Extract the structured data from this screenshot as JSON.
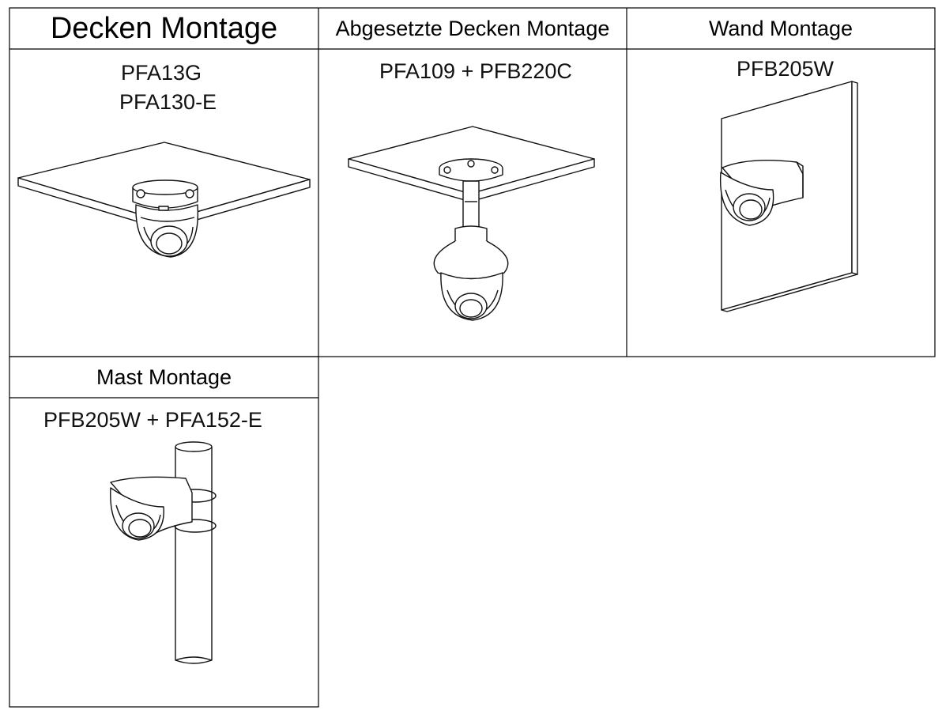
{
  "sections": {
    "ceiling": {
      "title": "Decken Montage",
      "models": [
        "PFA13G",
        "PFA130-E"
      ]
    },
    "remote_ceiling": {
      "title": "Abgesetzte Decken Montage",
      "model": "PFA109 + PFB220C"
    },
    "wall": {
      "title": "Wand Montage",
      "model": "PFB205W"
    },
    "pole": {
      "title": "Mast Montage",
      "model": "PFB205W + PFA152-E"
    }
  }
}
